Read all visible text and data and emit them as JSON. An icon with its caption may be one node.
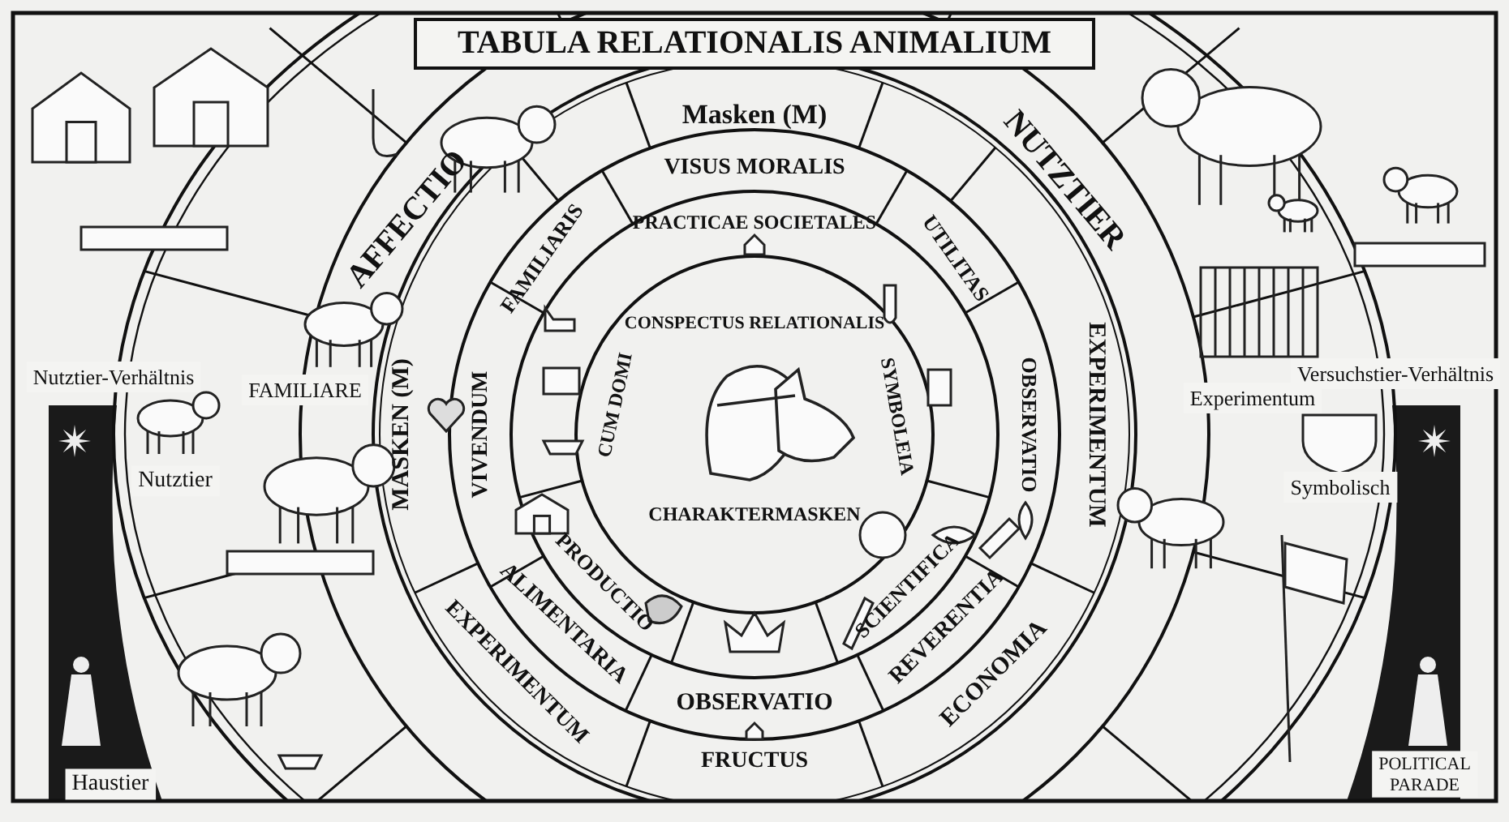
{
  "diagram": {
    "title": "TABULA RELATIONALIS ANIMALIUM",
    "labels": [
      "Masken (M)",
      "AFFECTIO",
      "FAMILIARIS",
      "VISUS MORALIS",
      "PRACTICAE SOCIETALES",
      "UTILITAS",
      "NUTZTIER",
      "Nutztier-Verhältnis",
      "Versuchstier-Verhältnis",
      "CONSPECTUS RELATIONALIS",
      "FAMILIARE",
      "Experimentum",
      "MASKEN (M)",
      "VIVENDUM",
      "CUM DOMI",
      "SYMBOLEIA",
      "OBSERVATIO",
      "EXPERIMENTUM",
      "Nutztier",
      "Symbolisch",
      "CHARAKTERMASKEN",
      "EXPERIMENTUM",
      "ALIMENTARIA",
      "PRODUCTIO",
      "SCIENTIFICA",
      "REVERENTIA",
      "ECONOMIA",
      "OBSERVATIO",
      "FRUCTUS",
      "Haustier",
      "POLITICAL PARADE"
    ]
  }
}
